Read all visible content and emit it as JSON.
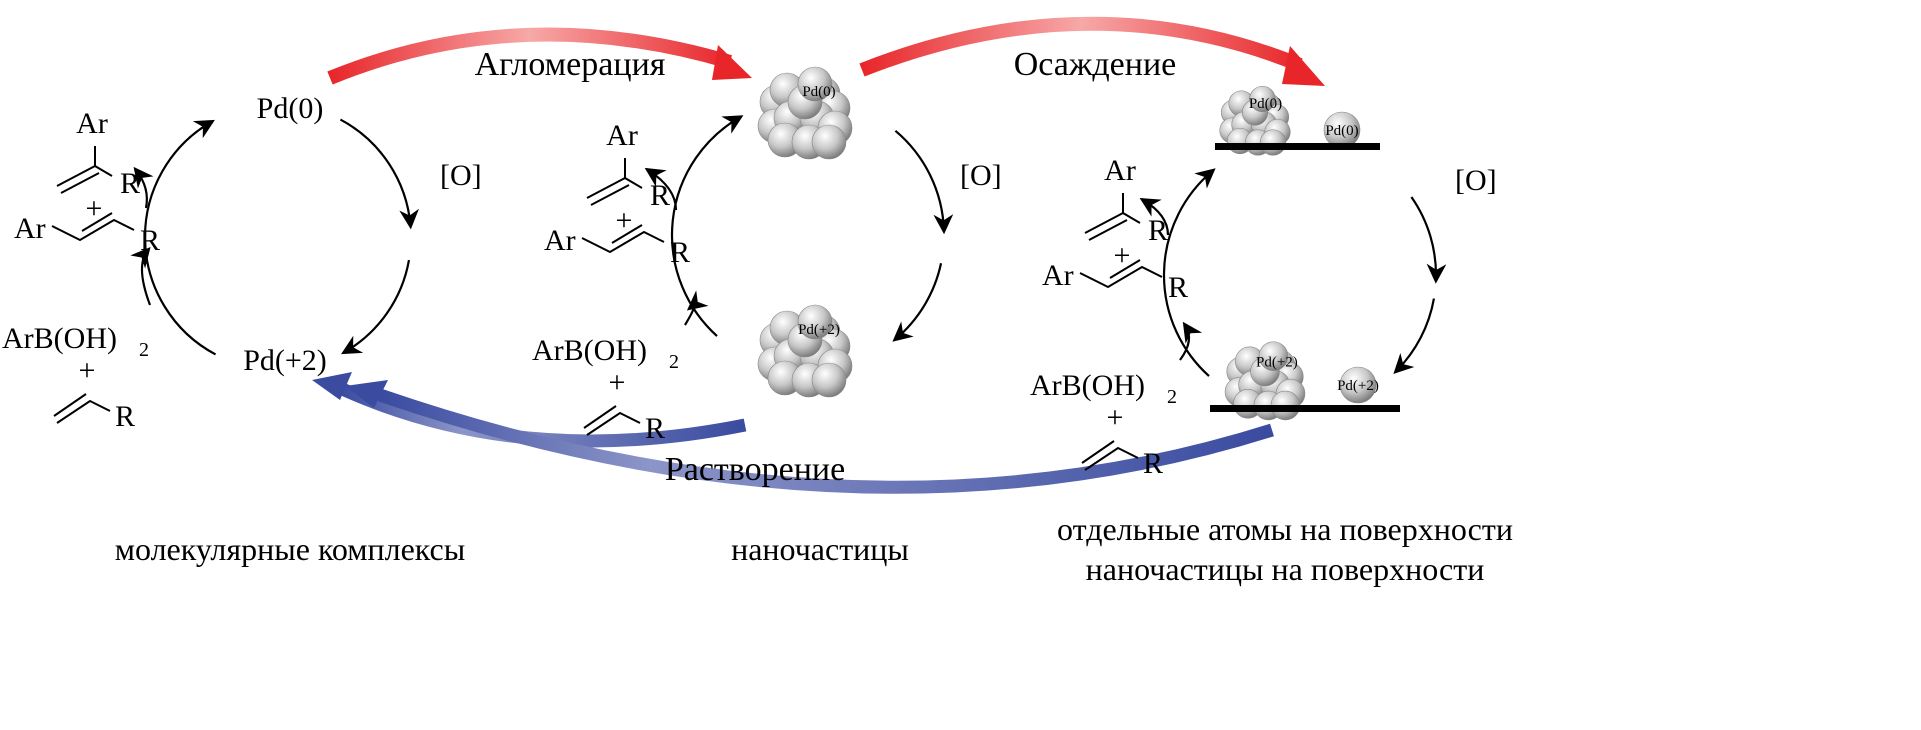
{
  "processes": {
    "agglomeration": "Агломерация",
    "deposition": "Осаждение",
    "dissolution": "Растворение"
  },
  "species": {
    "pd0": "Pd(0)",
    "pd2": "Pd(+2)",
    "oxidant": "[O]",
    "ar": "Ar",
    "r": "R",
    "plus": "+",
    "boronic_acid": "ArB(OH)",
    "boronic_sub": "2"
  },
  "captions": {
    "molecular": "молекулярные комплексы",
    "nanoparticles": "наночастицы",
    "surface_atoms": "отдельные атомы на поверхности",
    "surface_nanoparticles": "наночастицы на поверхности"
  },
  "colors": {
    "red_arrow": "#e8262a",
    "blue_arrow": "#3a4ba0"
  }
}
